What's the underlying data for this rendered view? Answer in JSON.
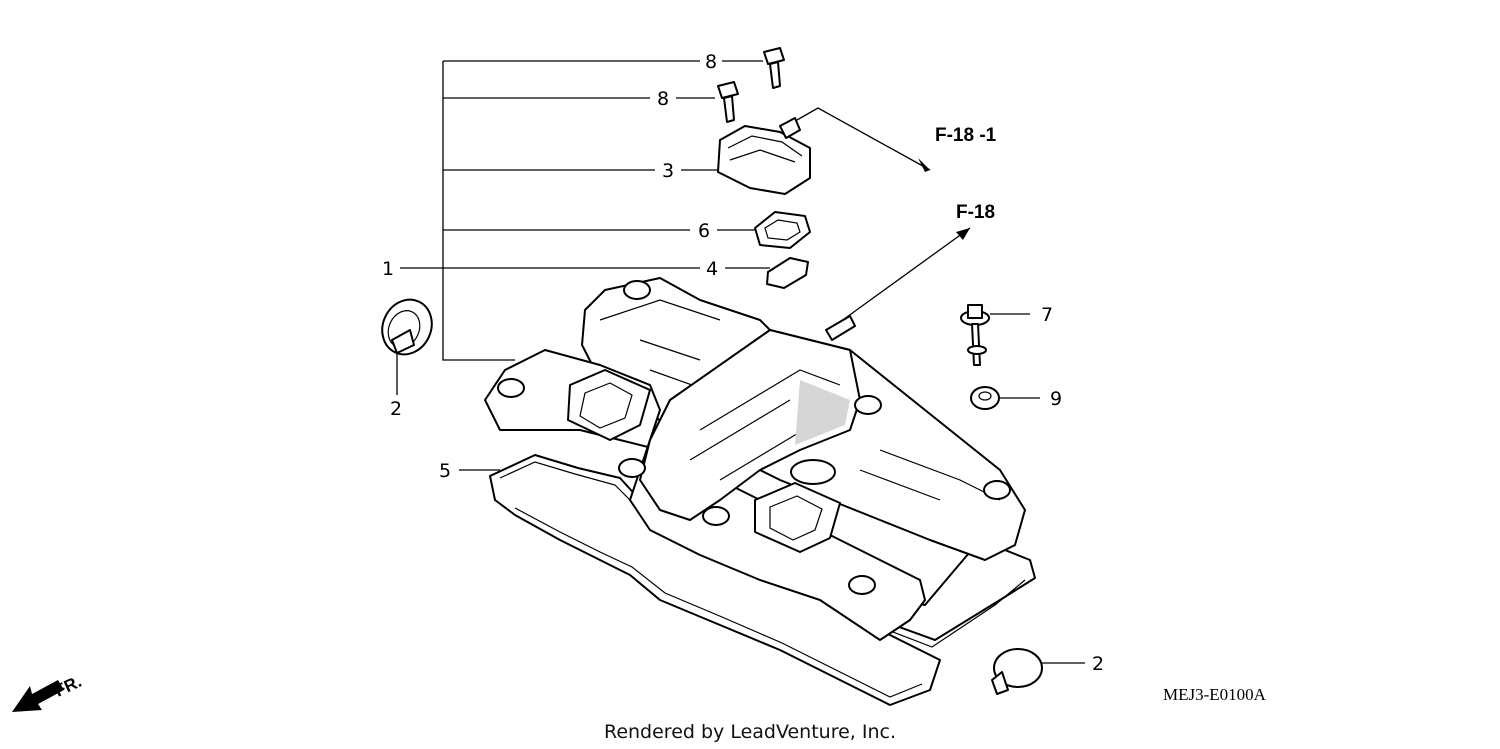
{
  "callouts": {
    "c1": "1",
    "c2_left": "2",
    "c2_right": "2",
    "c3": "3",
    "c4": "4",
    "c5": "5",
    "c6": "6",
    "c7": "7",
    "c8_top": "8",
    "c8_mid": "8",
    "c9": "9"
  },
  "references": {
    "f18_1": "F-18 -1",
    "f18": "F-18"
  },
  "diagram_code": "MEJ3-E0100A",
  "direction_label": "FR.",
  "credit": "Rendered by LeadVenture, Inc."
}
